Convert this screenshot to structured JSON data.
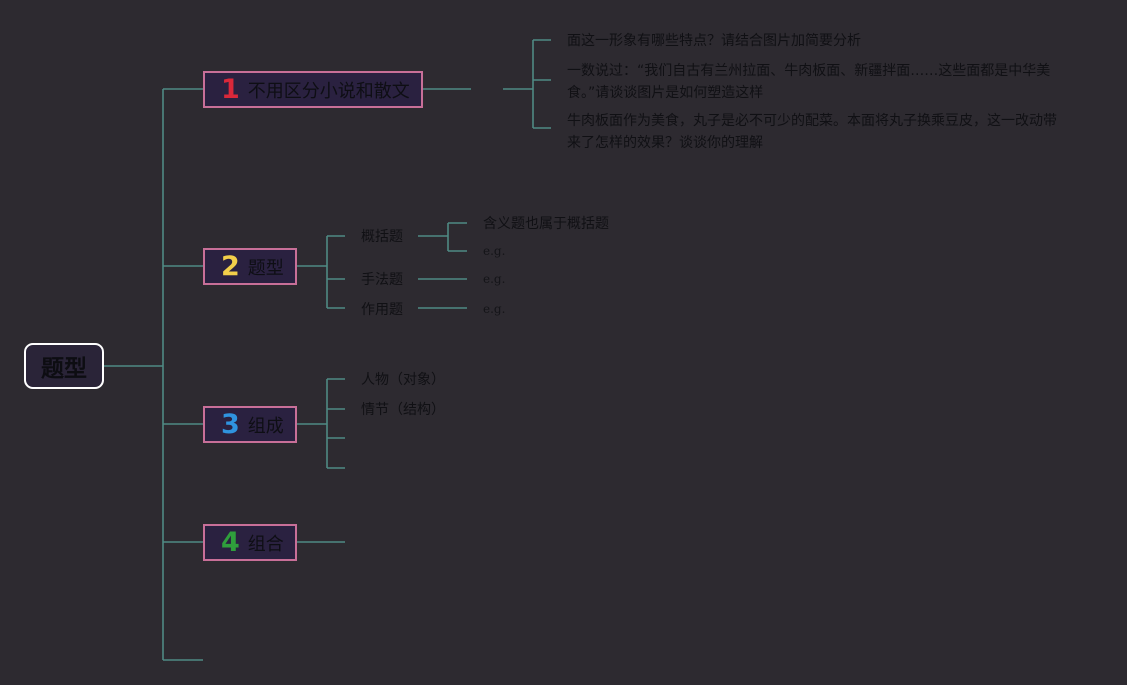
{
  "root": {
    "label": "题型"
  },
  "topics": [
    {
      "num": "1",
      "num_color": "#d9283a",
      "label": "不用区分小说和散文"
    },
    {
      "num": "2",
      "num_color": "#f2cf4a",
      "label": "题型"
    },
    {
      "num": "3",
      "num_color": "#2f93df",
      "label": "组成"
    },
    {
      "num": "4",
      "num_color": "#2f9e3c",
      "label": "组合"
    }
  ],
  "topic1_children": [
    "面这一形象有哪些特点？请结合图片加简要分析",
    "一数说过：“我们自古有兰州拉面、牛肉板面、新疆拌面……这些面都是中华美食。”请谈谈图片是如何塑造这样",
    "牛肉板面作为美食，丸子是必不可少的配菜。本面将丸子换乘豆皮，这一改动带来了怎样的效果？谈谈你的理解"
  ],
  "topic2_children": [
    {
      "label": "概括题",
      "sub": [
        "含义题也属于概括题",
        "e.g."
      ]
    },
    {
      "label": "手法题",
      "sub": [
        "e.g."
      ]
    },
    {
      "label": "作用题",
      "sub": [
        "e.g."
      ]
    }
  ],
  "topic3_children": [
    "人物（对象）",
    "情节（结构）"
  ],
  "colors": {
    "background": "#2d2a30",
    "connector": "#4f8a84",
    "topic_border": "#c86f98",
    "topic_fill": "#2a2140",
    "root_border": "#ffffff"
  }
}
